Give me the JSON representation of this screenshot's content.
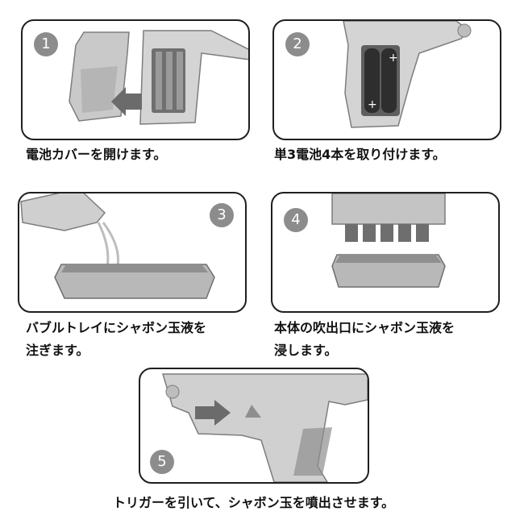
{
  "steps": [
    {
      "number": "1",
      "caption": "電池カバーを開けます。"
    },
    {
      "number": "2",
      "caption": "単3電池4本を取り付けます。"
    },
    {
      "number": "3",
      "caption_line1": "バブルトレイにシャボン玉液を",
      "caption_line2": "注ぎます。"
    },
    {
      "number": "4",
      "caption_line1": "本体の吹出口にシャボン玉液を",
      "caption_line2": "浸します。"
    },
    {
      "number": "5",
      "caption": "トリガーを引いて、シャボン玉を噴出させます。"
    }
  ],
  "colors": {
    "badge": "#8c8c8c",
    "body": "#c9c9c9",
    "body_dark": "#8e8e8e",
    "arrow": "#6b6b6b"
  },
  "icons": [
    "battery-icon",
    "arrow-right-icon",
    "bubble-tray-icon",
    "bottle-icon",
    "gun-icon"
  ]
}
